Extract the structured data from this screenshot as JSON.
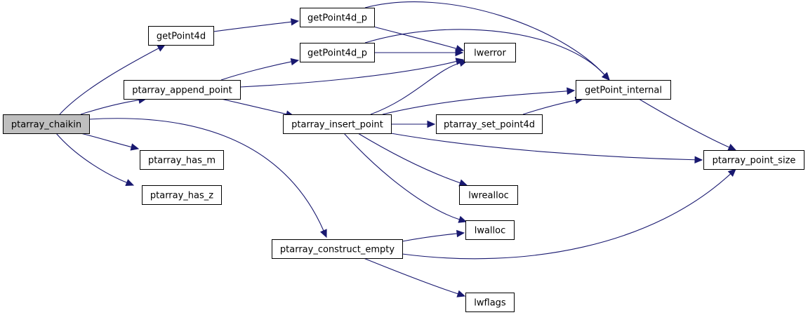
{
  "nodes": [
    {
      "id": "ptarray_chaikin",
      "label": "ptarray_chaikin",
      "highlight": true
    },
    {
      "id": "getPoint4d",
      "label": "getPoint4d"
    },
    {
      "id": "ptarray_append_point",
      "label": "ptarray_append_point"
    },
    {
      "id": "ptarray_has_m",
      "label": "ptarray_has_m"
    },
    {
      "id": "ptarray_has_z",
      "label": "ptarray_has_z"
    },
    {
      "id": "ptarray_construct_empty",
      "label": "ptarray_construct_empty"
    },
    {
      "id": "getPoint4d_p_a",
      "label": "getPoint4d_p"
    },
    {
      "id": "getPoint4d_p_b",
      "label": "getPoint4d_p"
    },
    {
      "id": "ptarray_insert_point",
      "label": "ptarray_insert_point"
    },
    {
      "id": "lwerror",
      "label": "lwerror"
    },
    {
      "id": "ptarray_set_point4d",
      "label": "ptarray_set_point4d"
    },
    {
      "id": "lwrealloc",
      "label": "lwrealloc"
    },
    {
      "id": "lwalloc",
      "label": "lwalloc"
    },
    {
      "id": "lwflags",
      "label": "lwflags"
    },
    {
      "id": "getPoint_internal",
      "label": "getPoint_internal"
    },
    {
      "id": "ptarray_point_size",
      "label": "ptarray_point_size"
    }
  ],
  "edges": [
    {
      "from": "ptarray_chaikin",
      "to": "getPoint4d"
    },
    {
      "from": "ptarray_chaikin",
      "to": "ptarray_append_point"
    },
    {
      "from": "ptarray_chaikin",
      "to": "ptarray_has_m"
    },
    {
      "from": "ptarray_chaikin",
      "to": "ptarray_has_z"
    },
    {
      "from": "ptarray_chaikin",
      "to": "ptarray_construct_empty"
    },
    {
      "from": "getPoint4d",
      "to": "getPoint4d_p_a"
    },
    {
      "from": "getPoint4d_p_a",
      "to": "lwerror"
    },
    {
      "from": "getPoint4d_p_a",
      "to": "getPoint_internal"
    },
    {
      "from": "getPoint4d_p_b",
      "to": "lwerror"
    },
    {
      "from": "getPoint4d_p_b",
      "to": "getPoint_internal"
    },
    {
      "from": "ptarray_append_point",
      "to": "getPoint4d_p_b"
    },
    {
      "from": "ptarray_append_point",
      "to": "lwerror"
    },
    {
      "from": "ptarray_append_point",
      "to": "ptarray_insert_point"
    },
    {
      "from": "ptarray_insert_point",
      "to": "lwerror"
    },
    {
      "from": "ptarray_insert_point",
      "to": "getPoint_internal"
    },
    {
      "from": "ptarray_insert_point",
      "to": "ptarray_set_point4d"
    },
    {
      "from": "ptarray_insert_point",
      "to": "ptarray_point_size"
    },
    {
      "from": "ptarray_insert_point",
      "to": "lwrealloc"
    },
    {
      "from": "ptarray_insert_point",
      "to": "lwalloc"
    },
    {
      "from": "ptarray_set_point4d",
      "to": "getPoint_internal"
    },
    {
      "from": "getPoint_internal",
      "to": "ptarray_point_size"
    },
    {
      "from": "ptarray_construct_empty",
      "to": "lwalloc"
    },
    {
      "from": "ptarray_construct_empty",
      "to": "ptarray_point_size"
    },
    {
      "from": "ptarray_construct_empty",
      "to": "lwflags"
    }
  ],
  "colors": {
    "edge": "#191970",
    "node_border": "#000000",
    "node_fill": "#ffffff",
    "highlight_fill": "#bfbfbf"
  }
}
